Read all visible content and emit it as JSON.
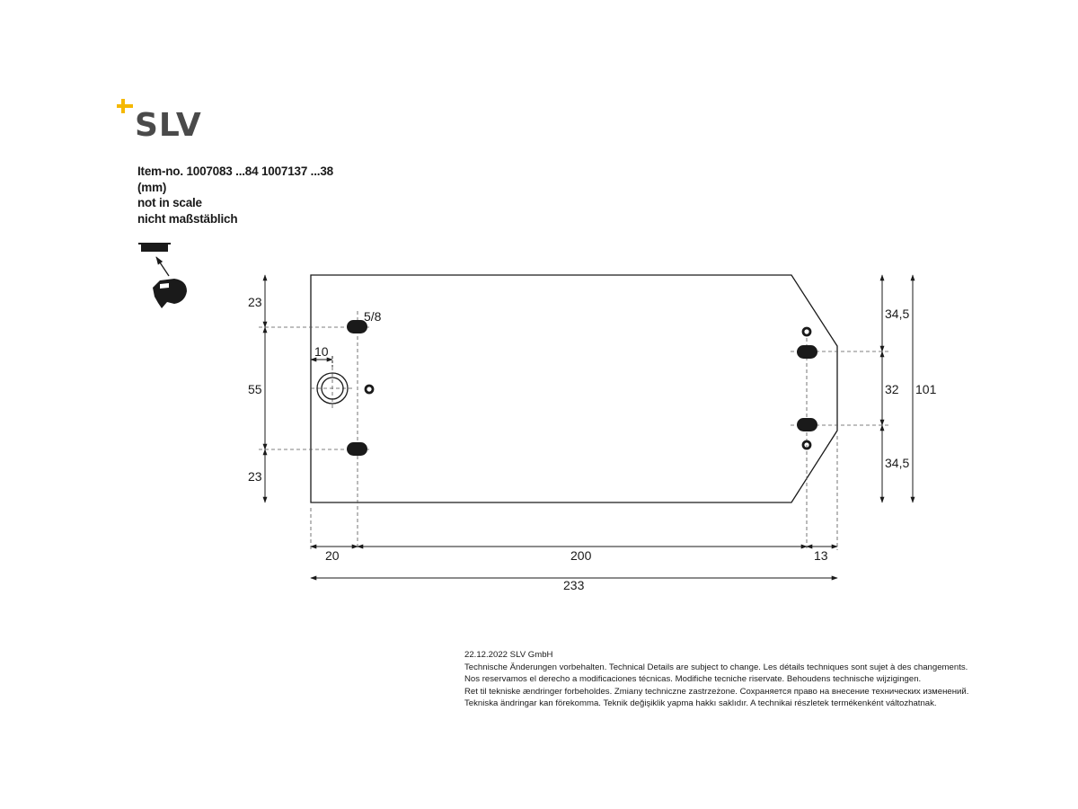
{
  "logo": {
    "text": "SLV",
    "plus_color": "#f5b800",
    "text_color": "#4a4a4a"
  },
  "header": {
    "item_no": "Item-no. 1007083 ...84   1007137 ...38",
    "units": "(mm)",
    "scale_en": "not in scale",
    "scale_de": "nicht maßstäblich"
  },
  "drawing": {
    "icon": "mounting-detail-icon",
    "dimensions": {
      "top_left": "23",
      "middle_left": "55",
      "bottom_left": "23",
      "slot_size": "5/8",
      "hole_offset": "10",
      "right_top": "34,5",
      "right_middle": "32",
      "right_bottom": "34,5",
      "total_height": "101",
      "bottom_left_offset": "20",
      "bottom_span": "200",
      "bottom_right_offset": "13",
      "total_length": "233"
    }
  },
  "footer": {
    "line1": "22.12.2022   SLV GmbH",
    "line2": "Technische Änderungen vorbehalten. Technical Details are subject to change. Les détails techniques sont sujet à des changements.",
    "line3": "Nos reservamos el derecho a modificaciones técnicas. Modifiche tecniche riservate. Behoudens technische wijzigingen.",
    "line4": "Ret til tekniske ændringer forbeholdes. Zmiany techniczne zastrzeżone. Сохраняется право на внесение технических изменений.",
    "line5": "Tekniska ändringar kan förekomma. Teknik değişiklik yapma hakkı saklıdır. A technikai részletek termékenként változhatnak."
  }
}
